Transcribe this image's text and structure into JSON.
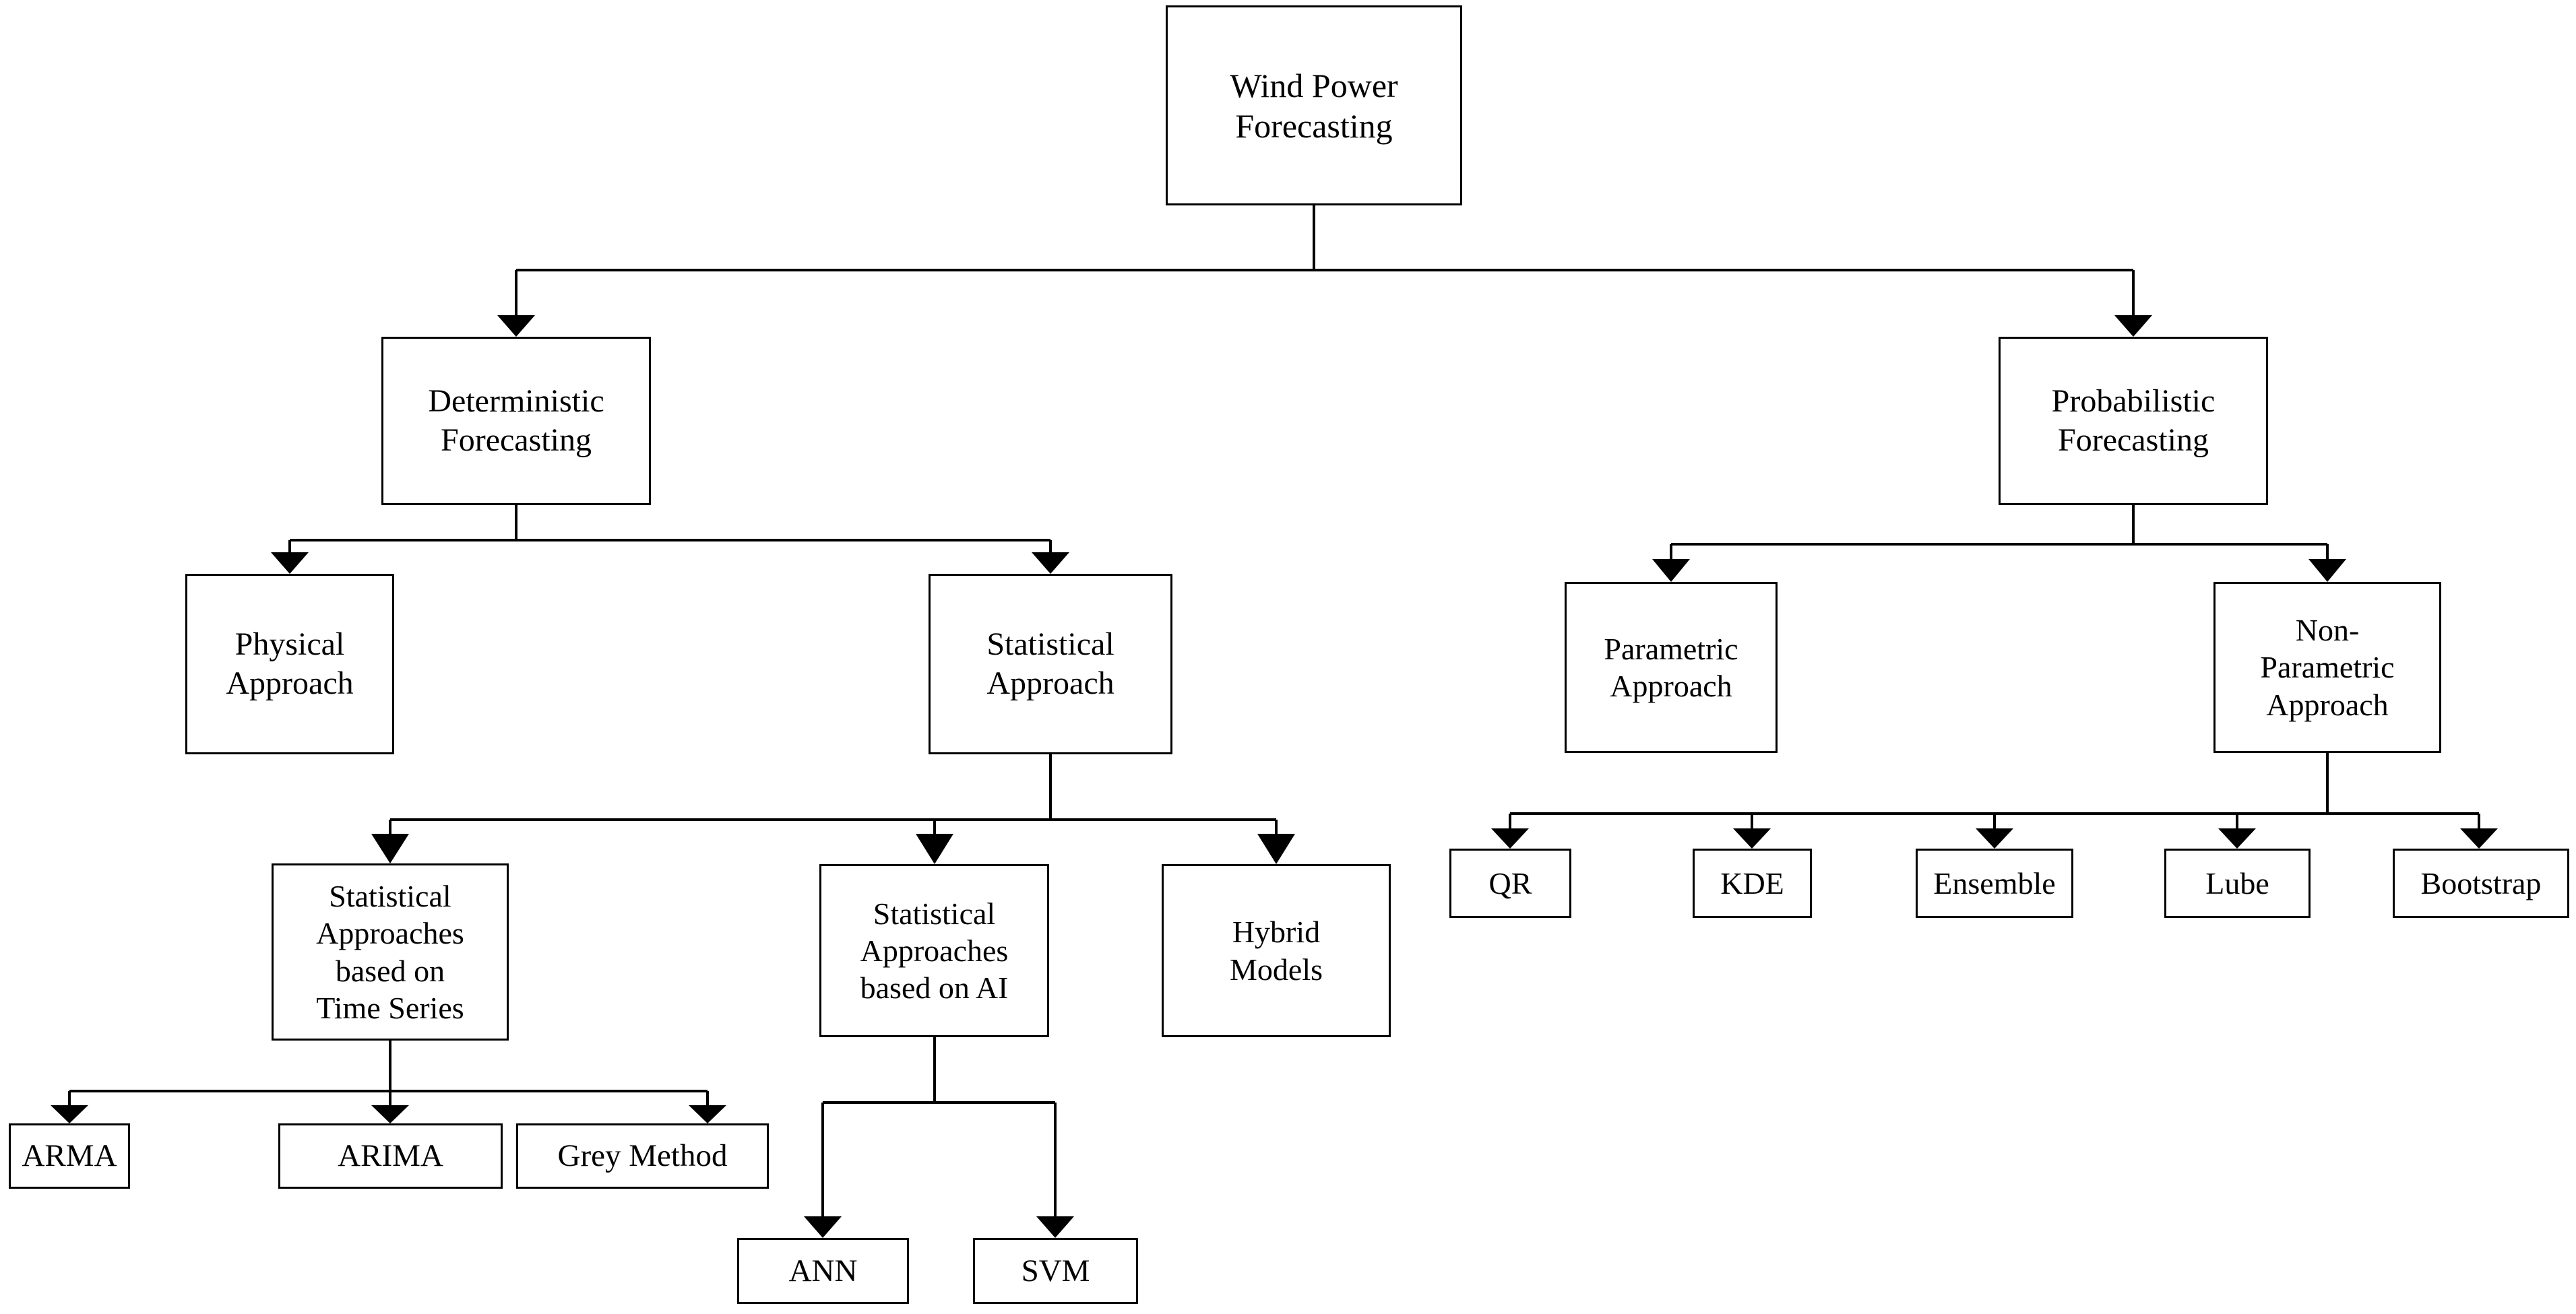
{
  "diagram": {
    "title": "Wind Power Forecasting",
    "type": "tree-taxonomy",
    "orientation": "top-down",
    "style": {
      "box_fill": "#ffffff",
      "box_stroke": "#000000",
      "edge_color": "#000000",
      "text_color": "#000000",
      "background": "#ffffff"
    },
    "nodes": {
      "root": {
        "label": "Wind Power\nForecasting"
      },
      "deterministic": {
        "label": "Deterministic\nForecasting"
      },
      "probabilistic": {
        "label": "Probabilistic\nForecasting"
      },
      "physical_approach": {
        "label": "Physical\nApproach"
      },
      "statistical_approach": {
        "label": "Statistical\nApproach"
      },
      "parametric_approach": {
        "label": "Parametric\nApproach"
      },
      "nonparametric_approach": {
        "label": "Non-\nParametric\nApproach"
      },
      "stat_time_series": {
        "label": "Statistical\nApproaches\nbased on\nTime Series"
      },
      "stat_ai": {
        "label": "Statistical\nApproaches\nbased on AI"
      },
      "hybrid_models": {
        "label": "Hybrid\nModels"
      },
      "arma": {
        "label": "ARMA"
      },
      "arima": {
        "label": "ARIMA"
      },
      "grey_method": {
        "label": "Grey Method"
      },
      "ann": {
        "label": "ANN"
      },
      "svm": {
        "label": "SVM"
      },
      "qr": {
        "label": "QR"
      },
      "kde": {
        "label": "KDE"
      },
      "ensemble": {
        "label": "Ensemble"
      },
      "lube": {
        "label": "Lube"
      },
      "bootstrap": {
        "label": "Bootstrap"
      }
    },
    "edges": [
      {
        "from": "root",
        "to": "deterministic"
      },
      {
        "from": "root",
        "to": "probabilistic"
      },
      {
        "from": "deterministic",
        "to": "physical_approach"
      },
      {
        "from": "deterministic",
        "to": "statistical_approach"
      },
      {
        "from": "probabilistic",
        "to": "parametric_approach"
      },
      {
        "from": "probabilistic",
        "to": "nonparametric_approach"
      },
      {
        "from": "statistical_approach",
        "to": "stat_time_series"
      },
      {
        "from": "statistical_approach",
        "to": "stat_ai"
      },
      {
        "from": "statistical_approach",
        "to": "hybrid_models"
      },
      {
        "from": "stat_time_series",
        "to": "arma"
      },
      {
        "from": "stat_time_series",
        "to": "arima"
      },
      {
        "from": "stat_time_series",
        "to": "grey_method"
      },
      {
        "from": "stat_ai",
        "to": "ann"
      },
      {
        "from": "stat_ai",
        "to": "svm"
      },
      {
        "from": "nonparametric_approach",
        "to": "qr"
      },
      {
        "from": "nonparametric_approach",
        "to": "kde"
      },
      {
        "from": "nonparametric_approach",
        "to": "ensemble"
      },
      {
        "from": "nonparametric_approach",
        "to": "lube"
      },
      {
        "from": "nonparametric_approach",
        "to": "bootstrap"
      }
    ]
  }
}
